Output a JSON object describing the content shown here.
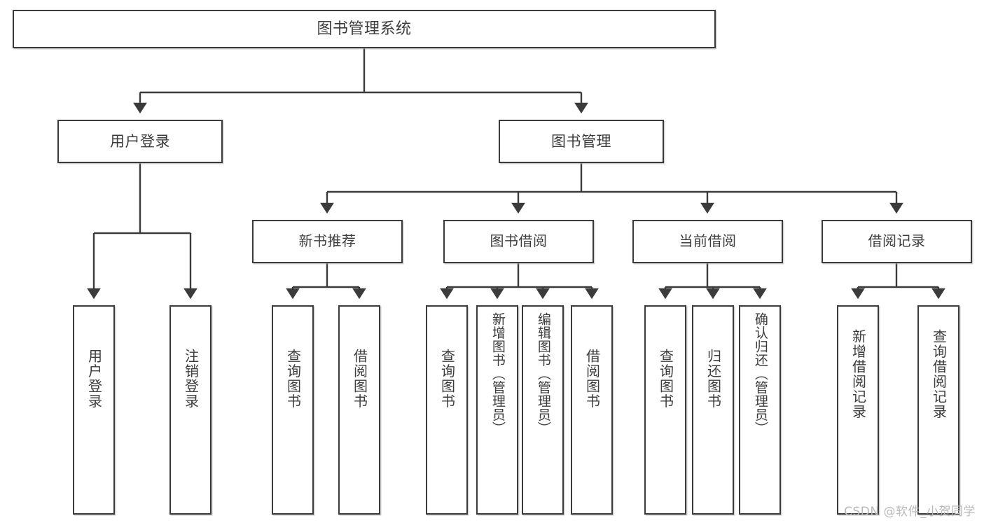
{
  "diagram": {
    "title": "图书管理系统",
    "type": "tree-hierarchy-chart",
    "watermark": "CSDN @软件_小贺同学",
    "colors": {
      "background": "#ffffff",
      "box_border": "#3b3b3b",
      "box_fill": "#ffffff",
      "text": "#3c3c3c",
      "connector": "#3b3b3b",
      "watermark": "#b9b9b9"
    },
    "root": {
      "label": "图书管理系统"
    },
    "level2": [
      {
        "label": "用户登录"
      },
      {
        "label": "图书管理"
      }
    ],
    "level3": [
      {
        "label": "新书推荐"
      },
      {
        "label": "图书借阅"
      },
      {
        "label": "当前借阅"
      },
      {
        "label": "借阅记录"
      }
    ],
    "leaves": [
      {
        "label": "用户登录"
      },
      {
        "label": "注销登录"
      },
      {
        "label": "查询图书"
      },
      {
        "label": "借阅图书"
      },
      {
        "label": "查询图书"
      },
      {
        "label": "新增图书（管理员）"
      },
      {
        "label": "编辑图书（管理员）"
      },
      {
        "label": "借阅图书"
      },
      {
        "label": "查询图书"
      },
      {
        "label": "归还图书"
      },
      {
        "label": "确认归还（管理员）"
      },
      {
        "label": "新增借阅记录"
      },
      {
        "label": "查询借阅记录"
      }
    ]
  }
}
